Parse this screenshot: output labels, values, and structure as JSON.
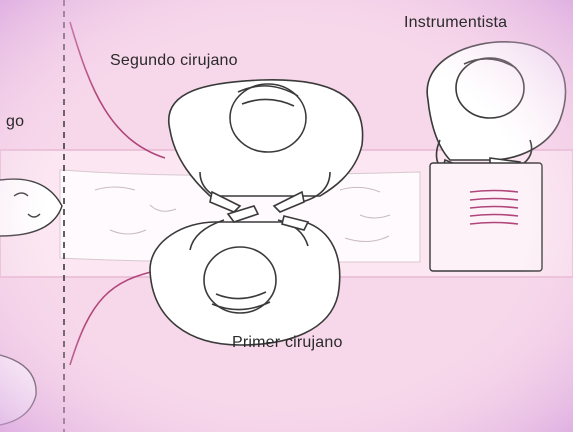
{
  "labels": {
    "segundo_cirujano": "Segundo cirujano",
    "instrumentista": "Instrumentista",
    "primer_cirujano": "Primer cirujano",
    "anestesiologo_partial": "go"
  },
  "colors": {
    "background": "#f7d7ea",
    "table_band": "#fbe6f1",
    "stroke": "#3a3a3a",
    "drape_curve": "#b0457a",
    "tray_lines": "#b0457a"
  }
}
